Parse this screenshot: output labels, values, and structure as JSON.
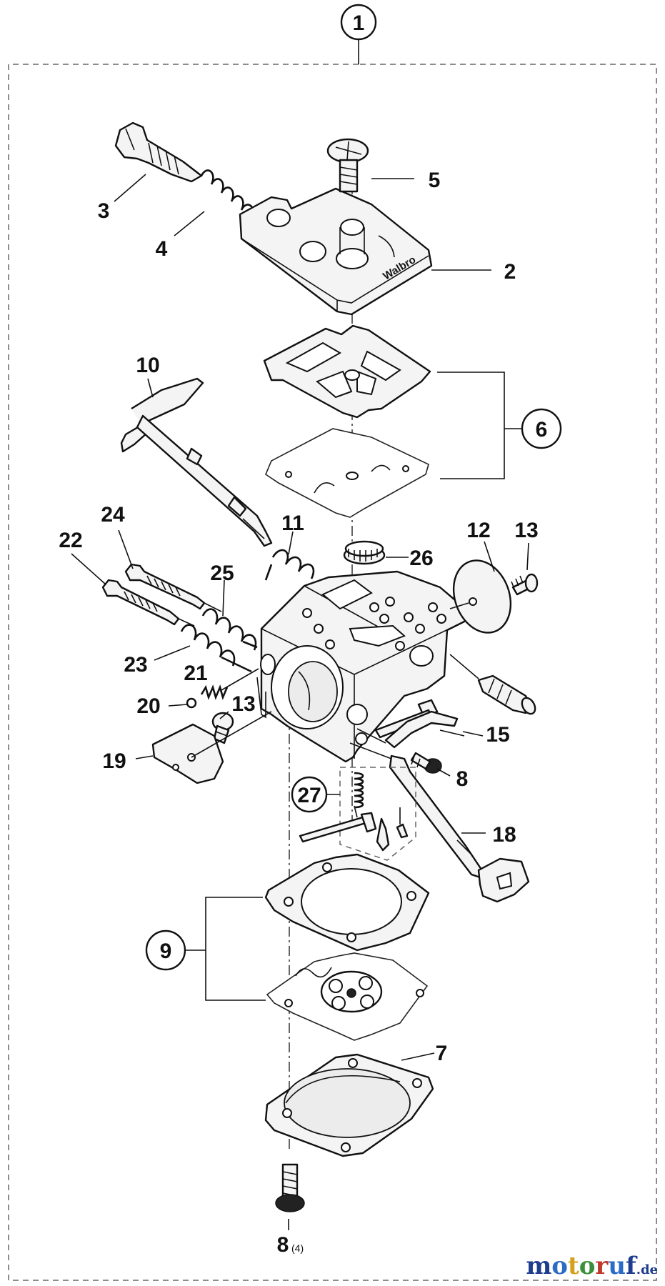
{
  "diagram": {
    "brand_marking": "Walbro",
    "callouts": {
      "c1": "1",
      "c2": "2",
      "c3": "3",
      "c4": "4",
      "c5": "5",
      "c6": "6",
      "c7": "7",
      "c8a": "8",
      "c8b": "8",
      "c8b_qty": "(4)",
      "c9": "9",
      "c10": "10",
      "c11": "11",
      "c12": "12",
      "c13a": "13",
      "c13b": "13",
      "c15": "15",
      "c18": "18",
      "c19": "19",
      "c20": "20",
      "c21": "21",
      "c22": "22",
      "c23": "23",
      "c24": "24",
      "c25": "25",
      "c26": "26",
      "c27": "27"
    }
  },
  "watermark": {
    "letters": [
      {
        "char": "m",
        "color": "#1f3d8f"
      },
      {
        "char": "o",
        "color": "#2b6cc4"
      },
      {
        "char": "t",
        "color": "#d4a21a"
      },
      {
        "char": "o",
        "color": "#3a8f3a"
      },
      {
        "char": "r",
        "color": "#c0392b"
      },
      {
        "char": "u",
        "color": "#2b6cc4"
      },
      {
        "char": "f",
        "color": "#1f3d8f"
      }
    ],
    "tld": ".de",
    "tld_color": "#1f3d8f"
  }
}
